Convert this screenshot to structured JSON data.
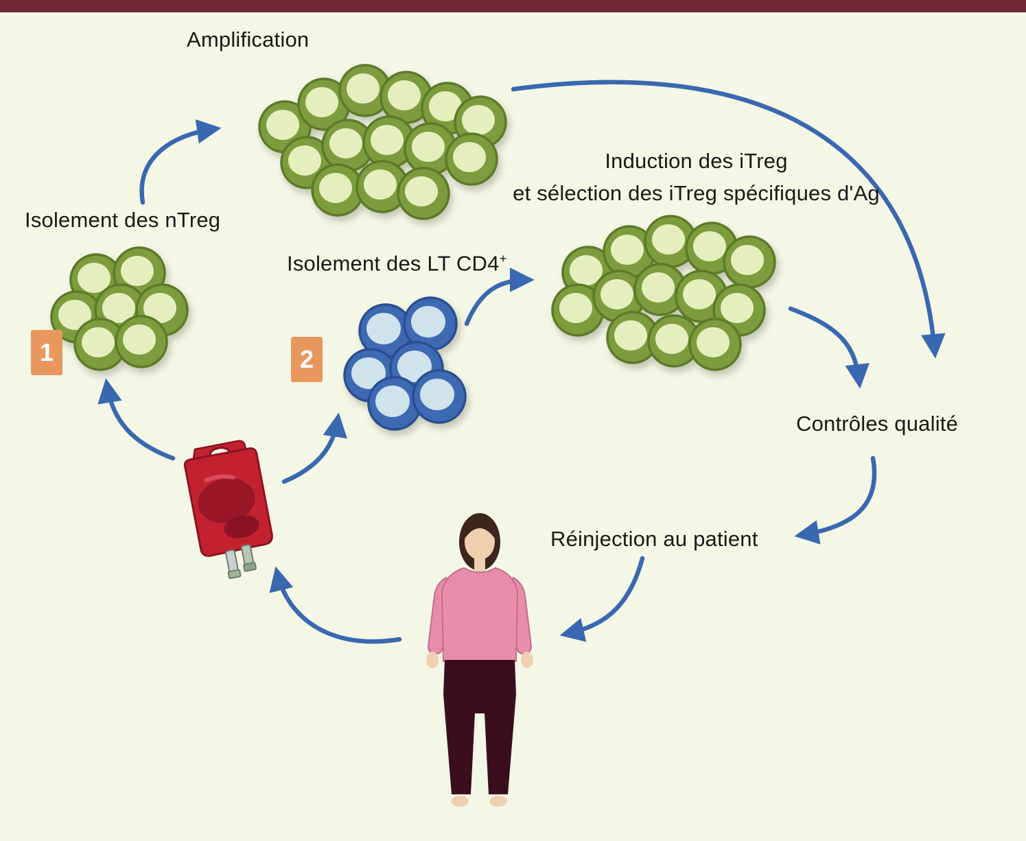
{
  "labels": {
    "amplification": "Amplification",
    "induction_line1": "Induction des iTreg",
    "induction_line2": "et sélection des iTreg spécifiques d'Ag",
    "isolement_ntreg": "Isolement des nTreg",
    "isolement_lt_cd4_base": "Isolement des LT CD4",
    "isolement_lt_cd4_sup": "+",
    "controles_qualite": "Contrôles qualité",
    "reinjection_patient": "Réinjection au patient"
  },
  "steps": {
    "step1": "1",
    "step2": "2"
  },
  "colors": {
    "background": "#f4f7e6",
    "top_bar": "#6e2838",
    "arrow": "#3a68b0",
    "green_cell": "#7d9c3d",
    "green_cell_inner": "#e5efbe",
    "blue_cell": "#3e6ab3",
    "blue_cell_inner": "#cfe3ec",
    "badge": "#e8985e",
    "blood_bag": "#c2222f",
    "sweater_pink": "#e78da9",
    "pants_dark": "#3a0e1d"
  },
  "figures": {
    "amplification_cluster": "green-cell-cluster-large",
    "ntreg_cluster": "green-cell-cluster",
    "cd4_cluster": "blue-cell-cluster",
    "itreg_cluster": "green-cell-cluster-large",
    "blood_bag": "blood-bag-illustration",
    "patient": "patient-figure"
  }
}
